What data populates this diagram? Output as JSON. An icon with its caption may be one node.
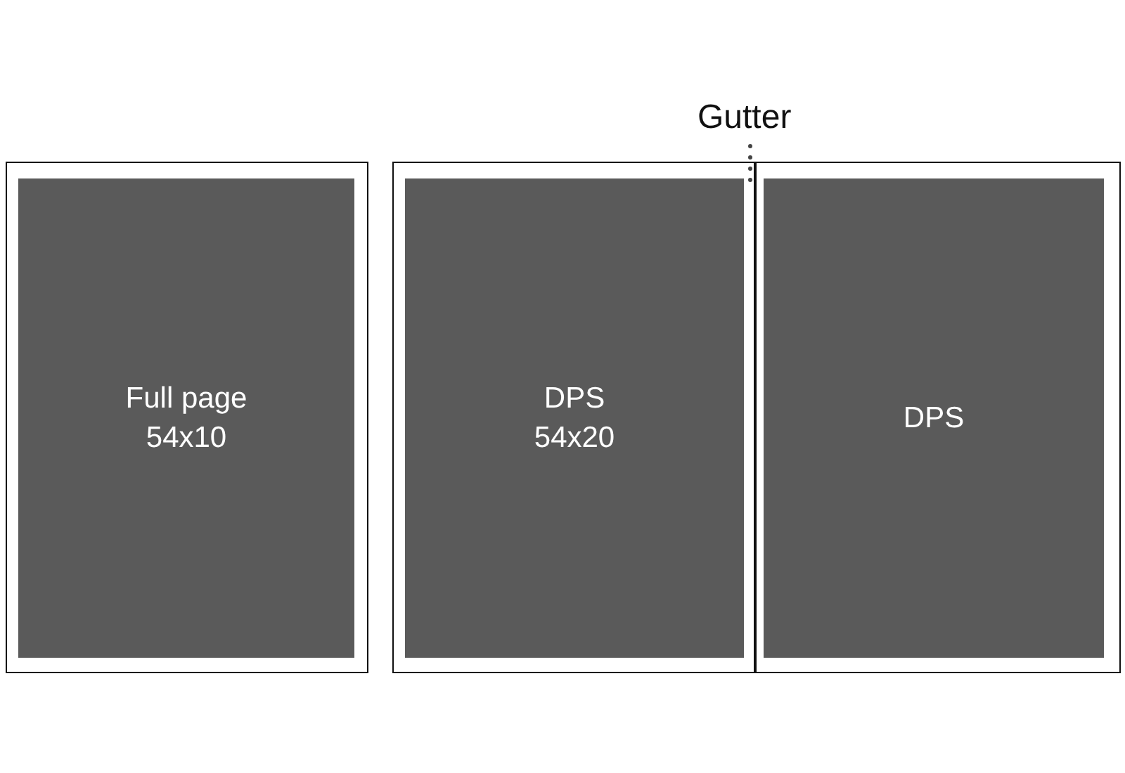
{
  "diagram": {
    "nodes": [
      {
        "text": [
          "Gutter"
        ]
      },
      {
        "text": [],
        "shape": "box"
      },
      {
        "text": [
          "Full page",
          "54x10"
        ],
        "in": 1
      },
      {
        "text": [],
        "shape": "box"
      },
      {
        "text": [
          "DPS",
          "54x20"
        ],
        "in": 3
      },
      {
        "text": [],
        "shape": "bar",
        "in": 3
      },
      {
        "text": [
          "DPS"
        ],
        "in": 3
      }
    ],
    "edges": [
      {
        "from": 0,
        "to": 5,
        "arrow": "none",
        "style": "dashed"
      }
    ]
  }
}
